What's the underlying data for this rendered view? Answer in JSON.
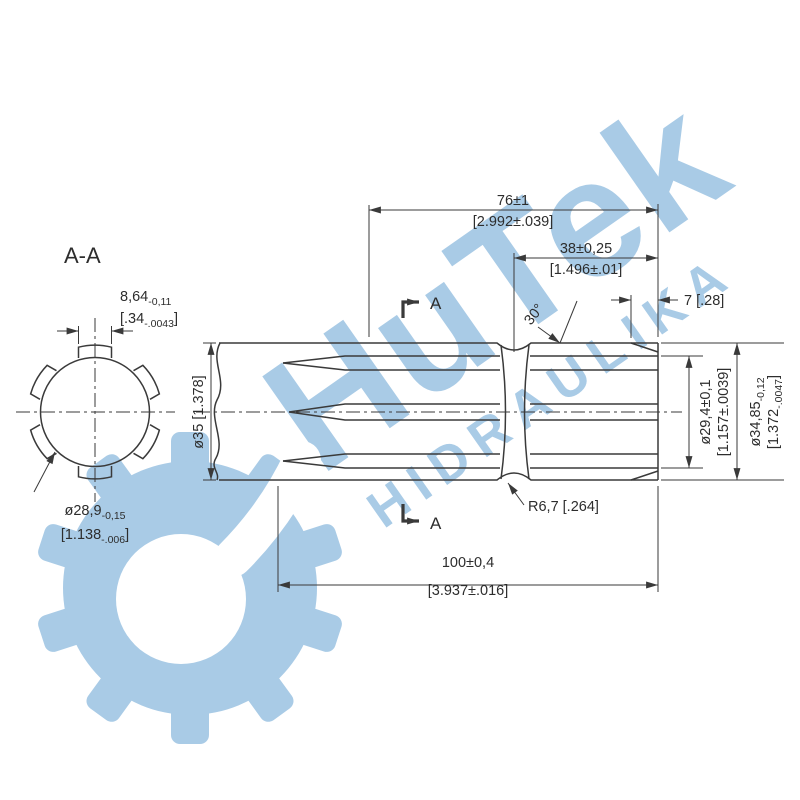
{
  "colors": {
    "watermark": "#a9cbe6",
    "line": "#3a3a3a",
    "text": "#2d2d2d",
    "hatch": "#6f6f6f"
  },
  "watermark": {
    "title": "HuTek",
    "subtitle": "HIDRAULIKA"
  },
  "section_view": {
    "label": "A-A",
    "tooth_width": {
      "value": "8,64",
      "tol": "-0,11",
      "inch_open": "[.34",
      "inch_tol": "-.0043",
      "inch_close": "]"
    },
    "diameter": {
      "value": "ø28,9",
      "tol": "-0,15",
      "inch_open": "[1.138",
      "inch_tol": "-.006",
      "inch_close": "]"
    }
  },
  "main_view": {
    "section_mark": "A",
    "dims": {
      "len76": {
        "mm": "76±1",
        "inch": "[2.992±.039]"
      },
      "len38": {
        "mm": "38±0,25",
        "inch": "[1.496±.01]"
      },
      "len7": "7 [.28]",
      "chamfer_angle": "30°",
      "dia35": "ø35 [1.378]",
      "dia294": {
        "mm": "ø29,4±0,1",
        "inch": "[1.157±.0039]"
      },
      "dia3485": {
        "value": "ø34,85",
        "tol": "-0,12",
        "inch_open": "[1.372",
        "inch_tol": "-.0047",
        "inch_close": "]"
      },
      "groove_radius": "R6,7 [.264]",
      "len100": {
        "mm": "100±0,4",
        "inch": "[3.937±.016]"
      }
    }
  }
}
